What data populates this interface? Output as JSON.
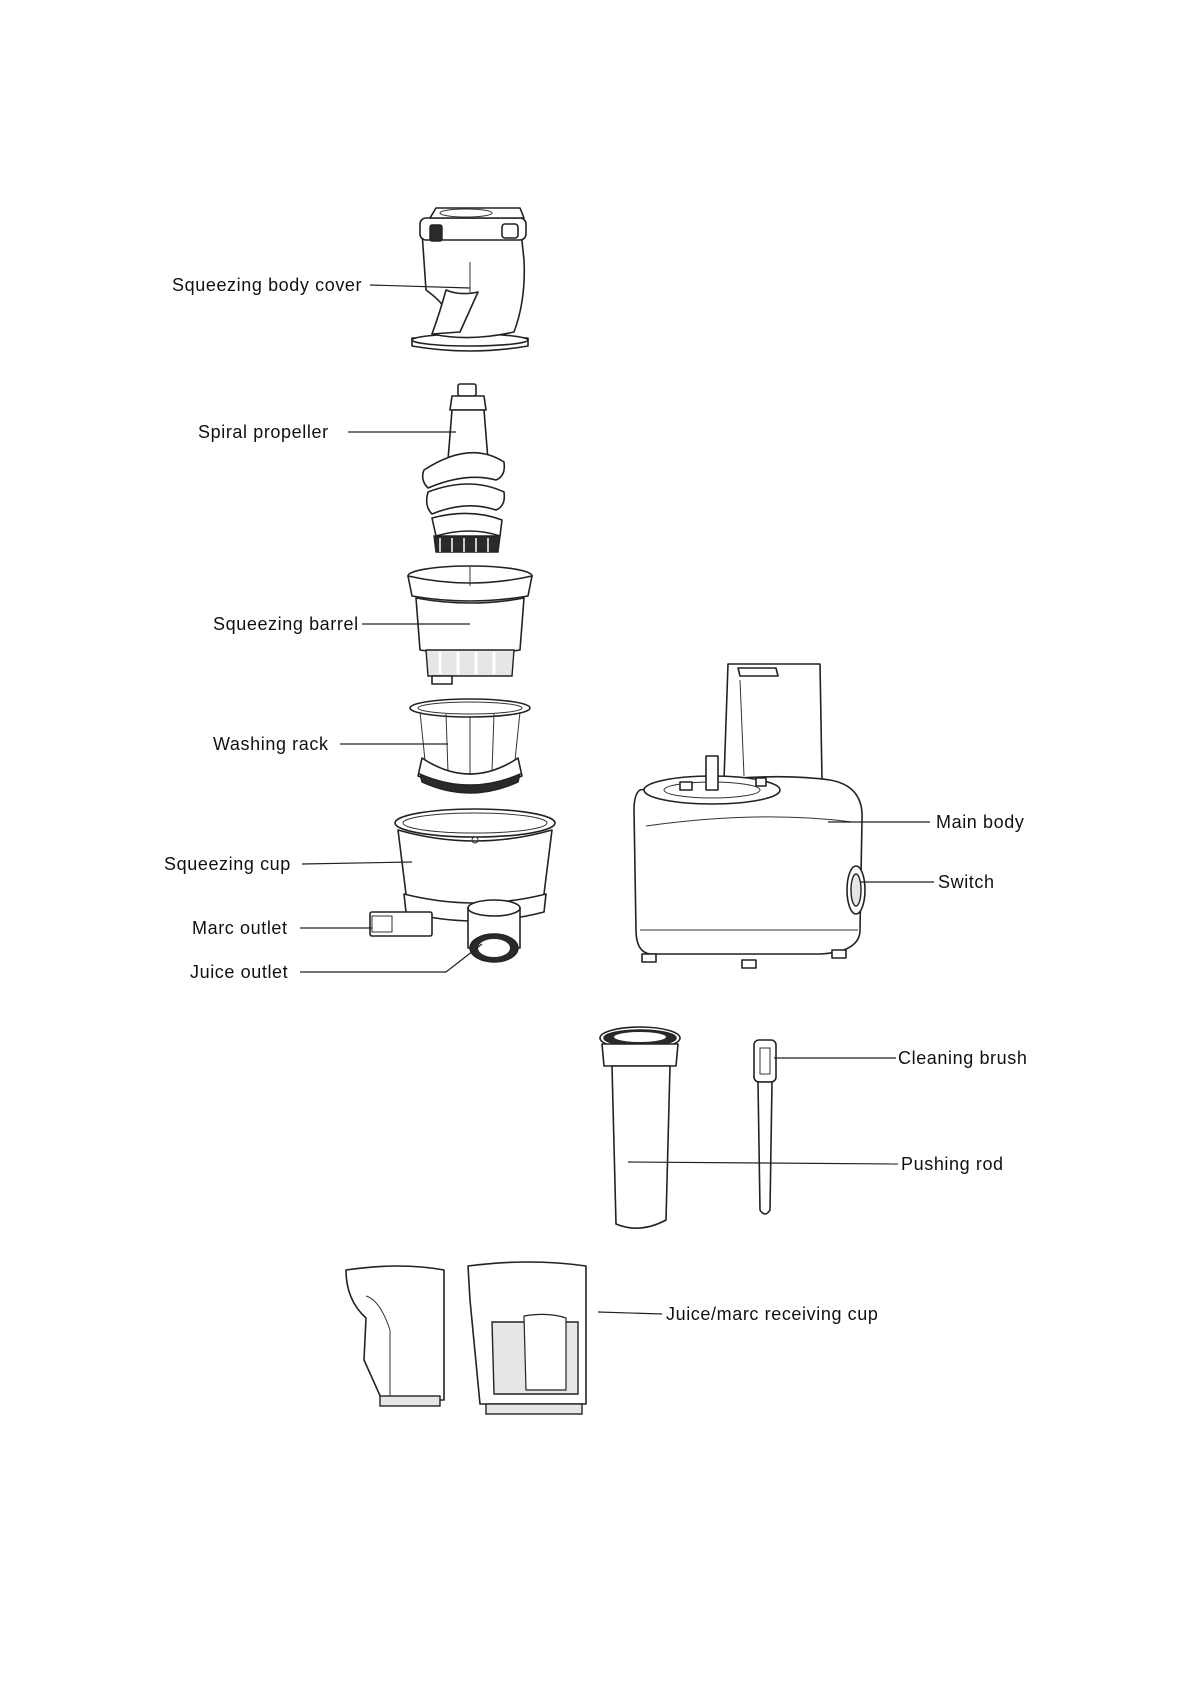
{
  "labels": {
    "squeezing_body_cover": "Squeezing body cover",
    "spiral_propeller": "Spiral propeller",
    "squeezing_barrel": "Squeezing barrel",
    "washing_rack": "Washing rack",
    "squeezing_cup": "Squeezing cup",
    "marc_outlet": "Marc outlet",
    "juice_outlet": "Juice outlet",
    "main_body": "Main body",
    "switch": "Switch",
    "cleaning_brush": "Cleaning brush",
    "pushing_rod": "Pushing rod",
    "receiving_cup": "Juice/marc receiving cup"
  }
}
